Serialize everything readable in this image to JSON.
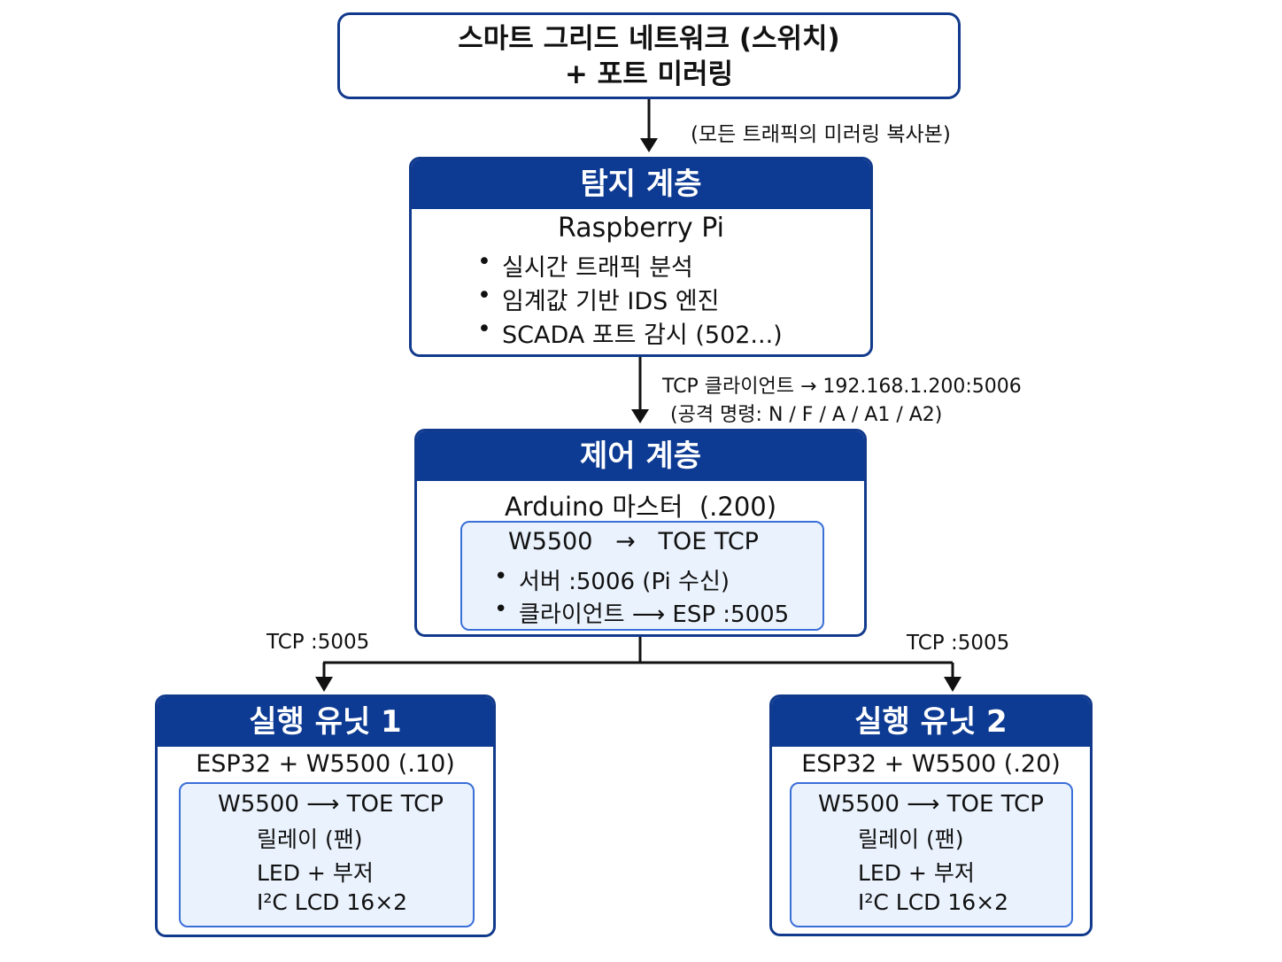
{
  "top": {
    "line1": "스마트 그리드 네트워크 (스위치)",
    "line2": "+ 포트 미러링"
  },
  "edge_top": "(모든 트래픽의 미러링 복사본)",
  "detect": {
    "title": "탐지 계층",
    "device": "Raspberry Pi",
    "items": [
      "실시간 트래픽 분석",
      "임계값 기반 IDS 엔진",
      "SCADA 포트 감시 (502...)"
    ]
  },
  "edge_mid": {
    "line1": "TCP 클라이언트 → 192.168.1.200:5006",
    "line2": "(공격 명령: N / F / A / A1 / A2)"
  },
  "control": {
    "title": "제어 계층",
    "device": "Arduino 마스터  (.200)",
    "inner_title": "W5500   →   TOE TCP",
    "items": [
      "서버 :5006 (Pi 수신)",
      "클라이언트 ⟶ ESP :5005"
    ]
  },
  "edge_left": "TCP :5005",
  "edge_right": "TCP :5005",
  "units": [
    {
      "title": "실행 유닛 1",
      "device": "ESP32 + W5500 (.10)",
      "inner_title": "W5500 ⟶ TOE TCP",
      "items": [
        "릴레이 (팬)",
        "LED + 부저",
        "I²C LCD 16×2"
      ]
    },
    {
      "title": "실행 유닛 2",
      "device": "ESP32 + W5500 (.20)",
      "inner_title": "W5500 ⟶ TOE TCP",
      "items": [
        "릴레이 (팬)",
        "LED + 부저",
        "I²C LCD 16×2"
      ]
    }
  ],
  "colors": {
    "header": "#0d3a92",
    "border": "#123a8c",
    "inner_fill": "#eaf2fd",
    "inner_border": "#3a6fd8"
  }
}
